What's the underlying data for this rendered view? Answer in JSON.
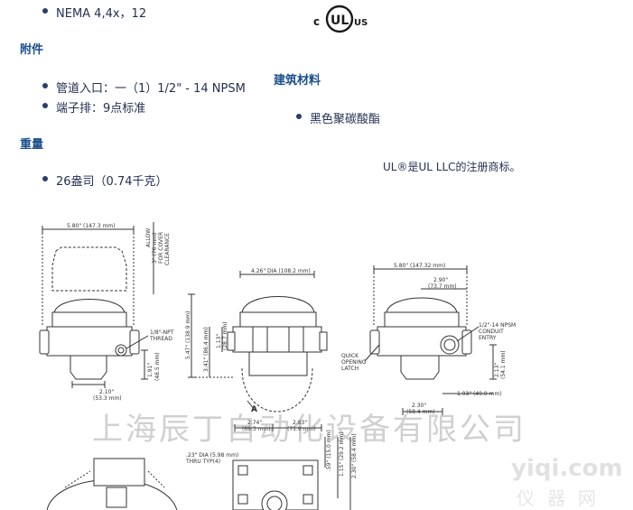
{
  "ratings": {
    "item": "NEMA 4,4x，12"
  },
  "ul_logo": {
    "letters": "UL",
    "c": "c",
    "us": "US"
  },
  "accessories": {
    "heading": "附件",
    "items": [
      "管道入口：一（1）1/2\" - 14 NPSM",
      "端子排：9点标准"
    ]
  },
  "materials": {
    "heading": "建筑材料",
    "items": [
      "黑色聚碳酸酯"
    ]
  },
  "weight": {
    "heading": "重量",
    "items": [
      "26盎司（0.74千克）"
    ]
  },
  "trademark": "UL®是UL LLC的注册商标。",
  "drawing": {
    "left": {
      "width": "5.80\" (147.3 mm)",
      "clearance": [
        "ALLOW",
        "3\" (76 mm)",
        "FOR COVER",
        "CLEARANCE"
      ],
      "thread": [
        "1/8\"-NPT",
        "THREAD"
      ],
      "height": [
        "1.91\"",
        "(48.5 mm)"
      ],
      "base": [
        "2.10\"",
        "(53.3 mm)"
      ]
    },
    "middle": {
      "dia": "4.26\" DIA (108.2 mm)",
      "h1": "5.47\" (138.9 mm)",
      "h2": "3.41\" (86.4 mm)",
      "h3": [
        "1.13\"",
        "(28.7 mm)"
      ],
      "marker": "A",
      "w1": [
        "2.74\"",
        "(69.3 mm)"
      ],
      "w2": [
        "2.83\"",
        "(71.9 mm)"
      ]
    },
    "right": {
      "width": "5.80\" (147.32 mm)",
      "w2": [
        "2.90\"",
        "(73.7 mm)"
      ],
      "conduit": [
        "1/2\"-14 NPSM",
        "CONDUIT",
        "ENTRY"
      ],
      "latch": [
        "QUICK",
        "OPENING",
        "LATCH"
      ],
      "height": [
        "2.13\"",
        "(54.1 mm)"
      ],
      "base": [
        "2.30\"",
        "(58.4 mm)"
      ],
      "offset": "1.93\" (49.0 mm)"
    },
    "bottom": {
      "holes": [
        ".23\" DIA (5.98 mm)",
        "THRU TYP(4)"
      ],
      "v1": ".59\" (15.0 mm)",
      "v2": "1.15\" (29.2 mm)",
      "v3": "2.30\" (58.4 mm)"
    }
  },
  "watermarks": {
    "company": "上海辰丁自动化设备有限公司",
    "site": "yiqi.com",
    "site_cn": "仪器网"
  },
  "colors": {
    "heading": "#1b4e8c",
    "text": "#243052",
    "bullet": "#2a3d6b"
  }
}
